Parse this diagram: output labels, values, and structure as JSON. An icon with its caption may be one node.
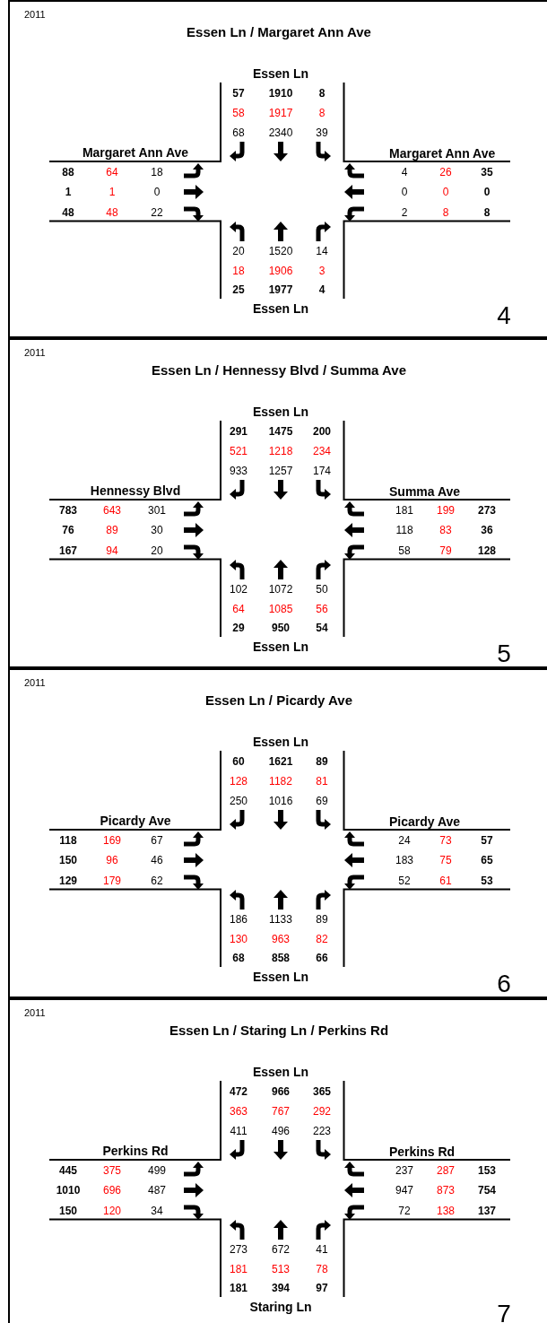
{
  "diagram": {
    "nodes": [
      {
        "text": [
          "2011",
          "Essen Ln / Margaret Ann Ave",
          "4"
        ]
      },
      {
        "text": [
          "2011",
          "Essen Ln / Hennessy Blvd / Summa Ave",
          "5"
        ]
      },
      {
        "text": [
          "2011",
          "Essen Ln / Picardy Ave",
          "6"
        ]
      },
      {
        "text": [
          "2011",
          "Essen Ln / Staring Ln / Perkins Rd",
          "7"
        ]
      }
    ],
    "labels": [
      "Essen Ln",
      "57",
      "1910",
      "8",
      "58",
      "1917",
      "8",
      "68",
      "2340",
      "39",
      "Margaret Ann Ave",
      "Margaret Ann Ave",
      "88",
      "64",
      "18",
      "4",
      "26",
      "35",
      "1",
      "1",
      "0",
      "0",
      "0",
      "0",
      "48",
      "48",
      "22",
      "2",
      "8",
      "8",
      "20",
      "1520",
      "14",
      "18",
      "1906",
      "3",
      "25",
      "1977",
      "4",
      "Essen Ln",
      "Essen Ln",
      "291",
      "1475",
      "200",
      "521",
      "1218",
      "234",
      "933",
      "1257",
      "174",
      "Hennessy Blvd",
      "Summa Ave",
      "783",
      "643",
      "301",
      "181",
      "199",
      "273",
      "76",
      "89",
      "30",
      "118",
      "83",
      "36",
      "167",
      "94",
      "20",
      "58",
      "79",
      "128",
      "102",
      "1072",
      "50",
      "64",
      "1085",
      "56",
      "29",
      "950",
      "54",
      "Essen Ln",
      "Essen Ln",
      "60",
      "1621",
      "89",
      "128",
      "1182",
      "81",
      "250",
      "1016",
      "69",
      "Picardy Ave",
      "Picardy Ave",
      "118",
      "169",
      "67",
      "24",
      "73",
      "57",
      "150",
      "96",
      "46",
      "183",
      "75",
      "65",
      "129",
      "179",
      "62",
      "52",
      "61",
      "53",
      "186",
      "1133",
      "89",
      "130",
      "963",
      "82",
      "68",
      "858",
      "66",
      "Essen Ln",
      "Essen Ln",
      "472",
      "966",
      "365",
      "363",
      "767",
      "292",
      "411",
      "496",
      "223",
      "Perkins Rd",
      "Perkins Rd",
      "445",
      "375",
      "499",
      "237",
      "287",
      "153",
      "1010",
      "696",
      "487",
      "947",
      "873",
      "754",
      "150",
      "120",
      "34",
      "72",
      "138",
      "137",
      "273",
      "672",
      "41",
      "181",
      "513",
      "78",
      "181",
      "394",
      "97",
      "Staring Ln"
    ]
  }
}
